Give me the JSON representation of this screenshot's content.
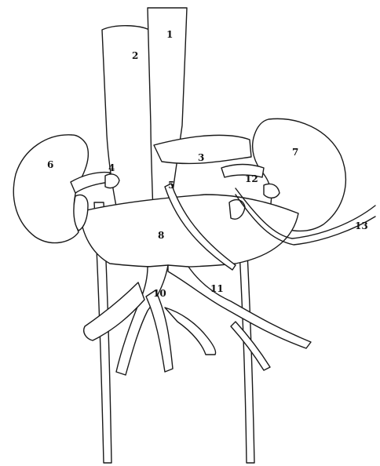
{
  "labels": [
    "1",
    "2",
    "3",
    "4",
    "5",
    "6",
    "7",
    "8",
    "10",
    "11",
    "12",
    "13"
  ]
}
